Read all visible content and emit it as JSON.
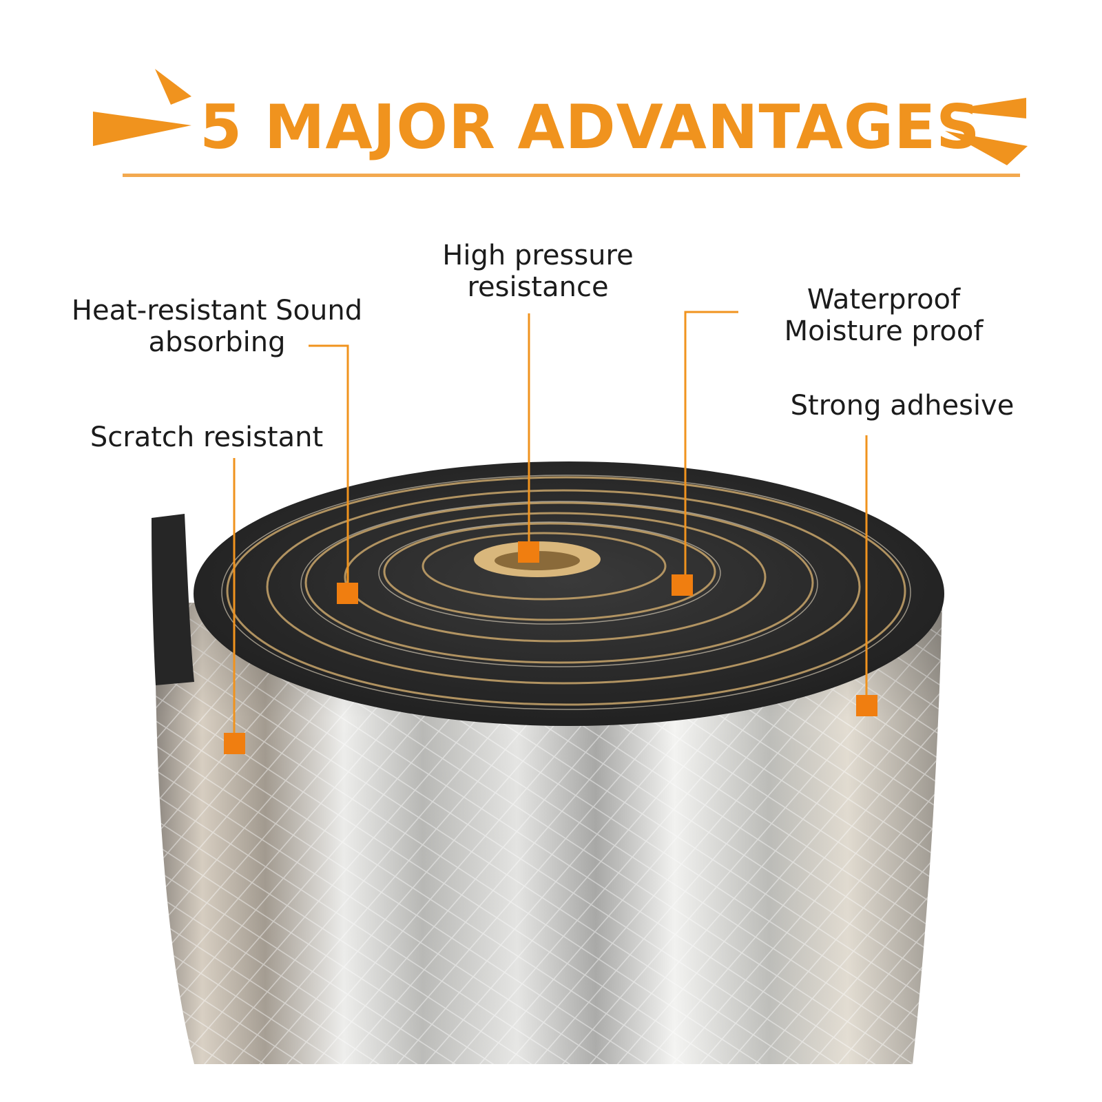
{
  "colors": {
    "accent": "#f0931e",
    "text": "#1b1b1b",
    "foam": "#2c2c2c",
    "foil": "#c9c9c7"
  },
  "header": {
    "title": "5 MAJOR ADVANTAGES"
  },
  "callouts": [
    {
      "id": "heat",
      "lines": [
        "Heat-resistant Sound",
        "absorbing"
      ]
    },
    {
      "id": "pressure",
      "lines": [
        "High pressure",
        "resistance"
      ]
    },
    {
      "id": "water",
      "lines": [
        "Waterproof",
        "Moisture proof"
      ]
    },
    {
      "id": "adhesive",
      "lines": [
        "Strong adhesive"
      ]
    },
    {
      "id": "scratch",
      "lines": [
        "Scratch resistant"
      ]
    }
  ],
  "icons": {
    "left_arrows": "arrow-burst-icon",
    "right_arrows": "arrow-burst-icon",
    "marker": "square-marker-icon"
  }
}
